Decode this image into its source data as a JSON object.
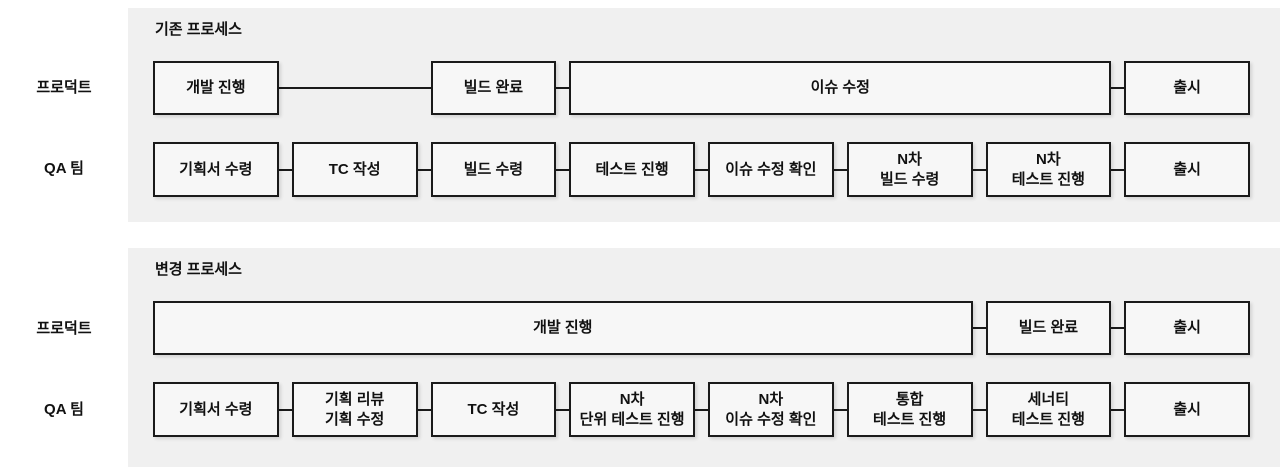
{
  "colors": {
    "page_background": "#ffffff",
    "panel_background": "#f0f0f0",
    "box_background": "#f7f7f7",
    "line_color": "#1a1a1a"
  },
  "panels": [
    {
      "title": "기존 프로세스",
      "rows": [
        {
          "label": "프로덕트",
          "boxes": [
            {
              "lines": [
                "개발 진행"
              ]
            },
            {
              "lines": [
                "빌드 완료"
              ]
            },
            {
              "lines": [
                "이슈 수정"
              ]
            },
            {
              "lines": [
                "출시"
              ]
            }
          ]
        },
        {
          "label": "QA 팀",
          "boxes": [
            {
              "lines": [
                "기획서 수령"
              ]
            },
            {
              "lines": [
                "TC 작성"
              ]
            },
            {
              "lines": [
                "빌드 수령"
              ]
            },
            {
              "lines": [
                "테스트 진행"
              ]
            },
            {
              "lines": [
                "이슈 수정 확인"
              ]
            },
            {
              "lines": [
                "N차",
                "빌드 수령"
              ]
            },
            {
              "lines": [
                "N차",
                "테스트 진행"
              ]
            },
            {
              "lines": [
                "출시"
              ]
            }
          ]
        }
      ]
    },
    {
      "title": "변경 프로세스",
      "rows": [
        {
          "label": "프로덕트",
          "boxes": [
            {
              "lines": [
                "개발 진행"
              ]
            },
            {
              "lines": [
                "빌드 완료"
              ]
            },
            {
              "lines": [
                "출시"
              ]
            }
          ]
        },
        {
          "label": "QA 팀",
          "boxes": [
            {
              "lines": [
                "기획서 수령"
              ]
            },
            {
              "lines": [
                "기획 리뷰",
                "기획 수정"
              ]
            },
            {
              "lines": [
                "TC 작성"
              ]
            },
            {
              "lines": [
                "N차",
                "단위 테스트 진행"
              ]
            },
            {
              "lines": [
                "N차",
                "이슈 수정 확인"
              ]
            },
            {
              "lines": [
                "통합",
                "테스트 진행"
              ]
            },
            {
              "lines": [
                "세너티",
                "테스트 진행"
              ]
            },
            {
              "lines": [
                "출시"
              ]
            }
          ]
        }
      ]
    }
  ]
}
